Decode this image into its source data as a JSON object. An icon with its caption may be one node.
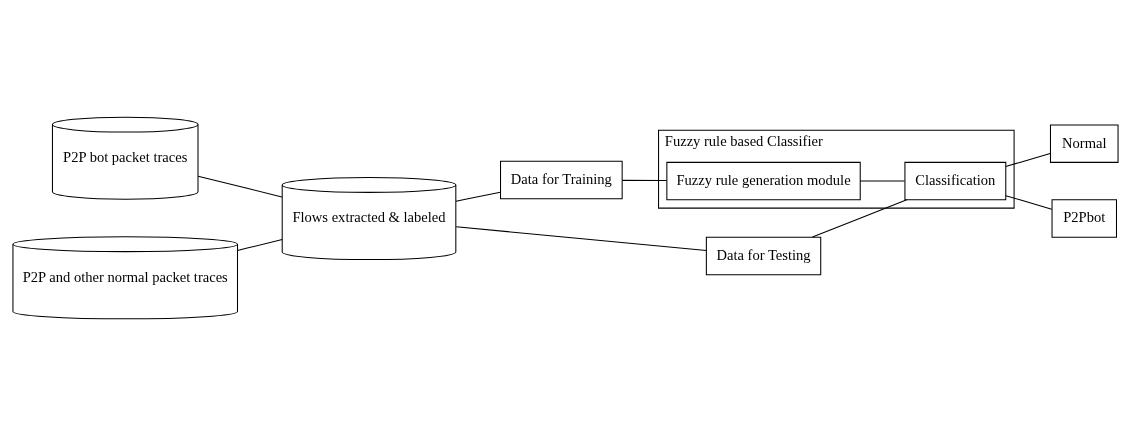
{
  "diagram": {
    "nodes": [
      {
        "text": [
          "P2P bot packet traces"
        ]
      },
      {
        "text": [
          "P2P and other normal packet traces"
        ]
      },
      {
        "text": [
          "Flows extracted & labeled"
        ]
      },
      {
        "text": [
          "Data for Training"
        ]
      },
      {
        "text": [
          "Data for Testing"
        ]
      },
      {
        "text": [
          "Fuzzy rule based Classifier"
        ]
      },
      {
        "text": [
          "Fuzzy rule generation module"
        ],
        "in": 5
      },
      {
        "text": [
          "Classification"
        ],
        "in": 5
      },
      {
        "text": [
          "Normal"
        ]
      },
      {
        "text": [
          "P2Pbot"
        ]
      }
    ],
    "edges": [
      {
        "from": 0,
        "to": 2,
        "arrow": "none"
      },
      {
        "from": 1,
        "to": 2,
        "arrow": "none"
      },
      {
        "from": 2,
        "to": 3,
        "arrow": "none"
      },
      {
        "from": 2,
        "to": 4,
        "arrow": "none"
      },
      {
        "from": 3,
        "to": 6,
        "arrow": "none"
      },
      {
        "from": 4,
        "to": 7,
        "arrow": "none"
      },
      {
        "from": 6,
        "to": 7,
        "arrow": "none"
      },
      {
        "from": 7,
        "to": 8,
        "arrow": "none"
      },
      {
        "from": 7,
        "to": 9,
        "arrow": "none"
      }
    ]
  }
}
